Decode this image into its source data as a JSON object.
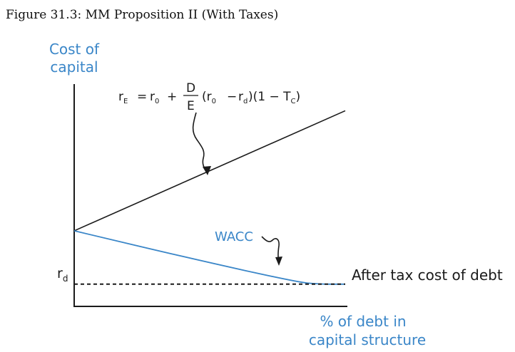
{
  "caption": "Figure 31.3: MM Proposition II (With Taxes)",
  "colors": {
    "axis_label": "#3a86c8",
    "wacc_line": "#3a86c8",
    "equity_line": "#1a1a1a",
    "debt_line": "#1a1a1a"
  },
  "chart_data": {
    "type": "line",
    "title": "",
    "ylabel_lines": [
      "Cost of",
      "capital"
    ],
    "xlabel_lines": [
      "% of debt in",
      "capital structure"
    ],
    "ylim": [
      0,
      1
    ],
    "xlim": [
      0,
      1
    ],
    "ticks": {
      "y": [
        "r_d"
      ]
    },
    "series": [
      {
        "name": "r_E",
        "style": "solid",
        "points": [
          [
            0,
            0.34
          ],
          [
            1,
            0.88
          ]
        ]
      },
      {
        "name": "WACC",
        "style": "solid",
        "points": [
          [
            0,
            0.34
          ],
          [
            0.45,
            0.21
          ],
          [
            0.82,
            0.11
          ],
          [
            0.9,
            0.1
          ],
          [
            1,
            0.1
          ]
        ]
      },
      {
        "name": "After tax cost of debt",
        "style": "dashed",
        "points": [
          [
            0,
            0.1
          ],
          [
            1,
            0.1
          ]
        ]
      }
    ],
    "annotations": {
      "equation": {
        "lhs_main": "r",
        "lhs_sub": "E",
        "eq_sign": "=",
        "r0_main": "r",
        "r0_sub": "0",
        "plus": "+",
        "frac_num": "D",
        "frac_den": "E",
        "paren_open": "(r",
        "paren_r0_sub": "0",
        "minus": "−",
        "rd_main": "r",
        "rd_sub": "d",
        "tail1": ")(1 − T",
        "tc_sub": "C",
        "tail2": ")"
      },
      "wacc_label": "WACC",
      "rd_tick": {
        "main": "r",
        "sub": "d"
      },
      "debt_line_label": "After tax cost of debt"
    },
    "grid": false,
    "legend": "none"
  }
}
